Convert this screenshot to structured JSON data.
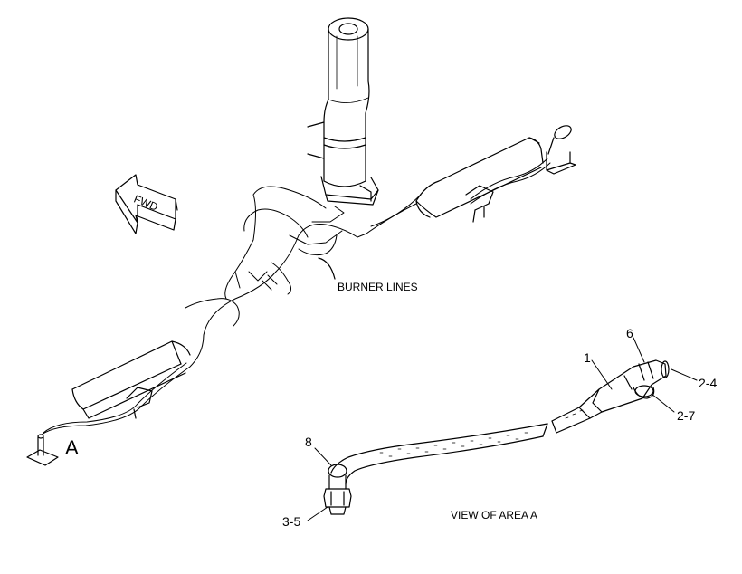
{
  "arrow_label": "FWD",
  "burner_lines_label": "BURNER LINES",
  "area_marker": "A",
  "view_caption": "VIEW OF AREA A",
  "callouts": {
    "c1": "1",
    "c6": "6",
    "c2_4": "2-4",
    "c2_7": "2-7",
    "c8": "8",
    "c3_5": "3-5"
  },
  "colors": {
    "line": "#000000",
    "background": "#ffffff"
  }
}
